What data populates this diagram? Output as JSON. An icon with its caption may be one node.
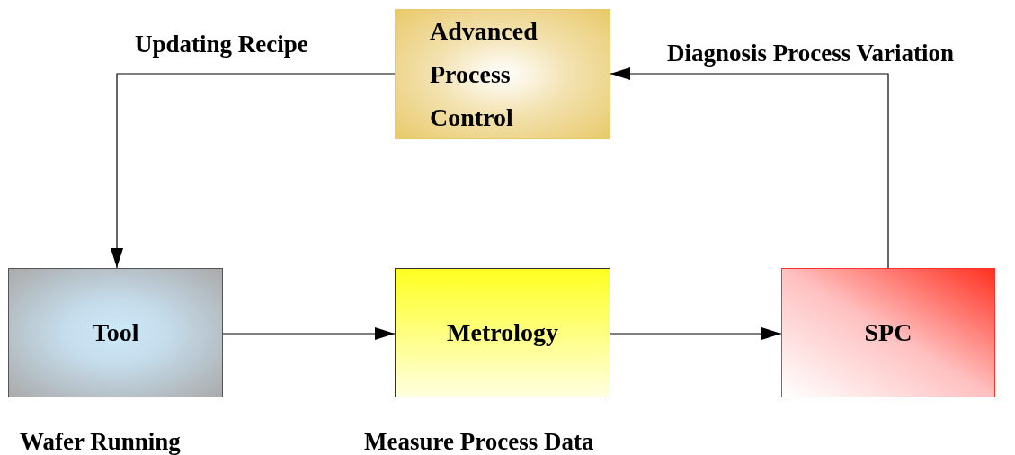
{
  "diagram": {
    "nodes": [
      {
        "text": [
          "Advanced Process Control"
        ]
      },
      {
        "text": [
          "Tool"
        ],
        "beside": [
          "Wafer Running"
        ]
      },
      {
        "text": [
          "Metrology"
        ],
        "beside": [
          "Measure Process Data"
        ]
      },
      {
        "text": [
          "SPC"
        ]
      }
    ],
    "edges": [
      {
        "from": 0,
        "to": 1,
        "arrow": "to",
        "label": "Updating Recipe"
      },
      {
        "from": 1,
        "to": 2,
        "arrow": "to"
      },
      {
        "from": 2,
        "to": 3,
        "arrow": "to"
      },
      {
        "from": 3,
        "to": 0,
        "arrow": "to",
        "label": "Diagnosis Process Variation"
      }
    ]
  }
}
